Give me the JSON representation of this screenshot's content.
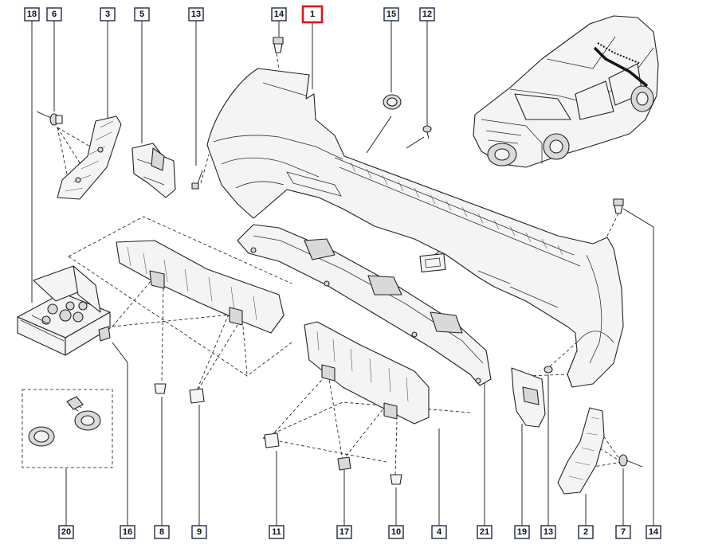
{
  "diagram": {
    "highlighted": "1",
    "accent_color": "#e0141c",
    "callouts": [
      {
        "id": "c18",
        "label": "18"
      },
      {
        "id": "c6",
        "label": "6"
      },
      {
        "id": "c3",
        "label": "3"
      },
      {
        "id": "c5",
        "label": "5"
      },
      {
        "id": "c13a",
        "label": "13"
      },
      {
        "id": "c14a",
        "label": "14"
      },
      {
        "id": "c1",
        "label": "1"
      },
      {
        "id": "c15",
        "label": "15"
      },
      {
        "id": "c12",
        "label": "12"
      },
      {
        "id": "c20",
        "label": "20"
      },
      {
        "id": "c16",
        "label": "16"
      },
      {
        "id": "c8",
        "label": "8"
      },
      {
        "id": "c9",
        "label": "9"
      },
      {
        "id": "c11",
        "label": "11"
      },
      {
        "id": "c17",
        "label": "17"
      },
      {
        "id": "c10",
        "label": "10"
      },
      {
        "id": "c4",
        "label": "4"
      },
      {
        "id": "c21",
        "label": "21"
      },
      {
        "id": "c19",
        "label": "19"
      },
      {
        "id": "c13b",
        "label": "13"
      },
      {
        "id": "c2",
        "label": "2"
      },
      {
        "id": "c7",
        "label": "7"
      },
      {
        "id": "c14b",
        "label": "14"
      }
    ]
  }
}
